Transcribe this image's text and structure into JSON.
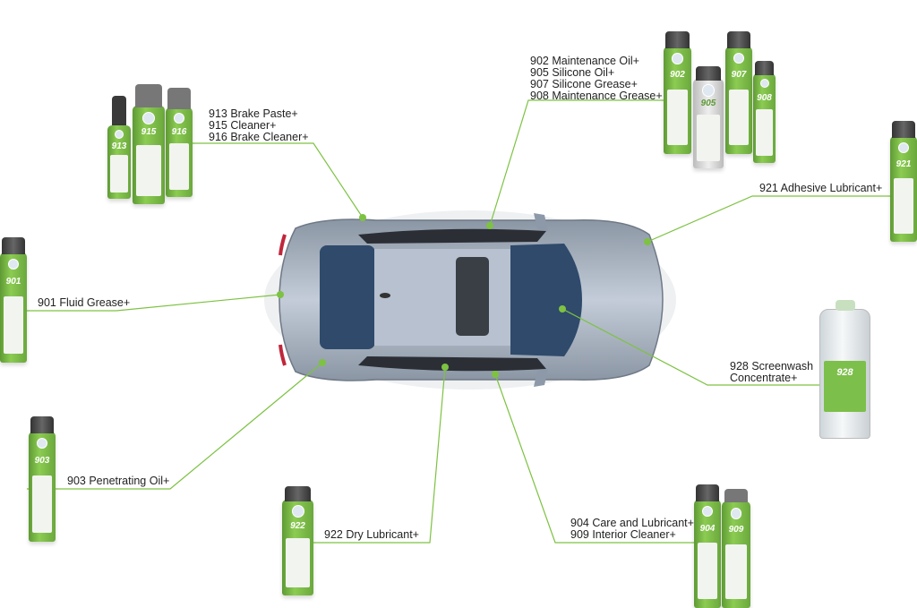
{
  "colors": {
    "accent": "#7dc242",
    "car_body": "#a9b4c2",
    "glass": "#2f4a6b"
  },
  "callouts": {
    "brakes": {
      "lines": [
        "913 Brake Paste+",
        "915 Cleaner+",
        "916 Brake Cleaner+"
      ]
    },
    "maintenance": {
      "lines": [
        "902 Maintenance Oil+",
        "905 Silicone Oil+",
        "907 Silicone Grease+",
        "908 Maintenance Grease+"
      ]
    },
    "adhesive": {
      "lines": [
        "921 Adhesive Lubricant+"
      ]
    },
    "fluid_grease": {
      "lines": [
        "901 Fluid Grease+"
      ]
    },
    "screenwash": {
      "lines": [
        "928 Screenwash",
        "Concentrate+"
      ]
    },
    "penetrating": {
      "lines": [
        "903 Penetrating Oil+"
      ]
    },
    "dry": {
      "lines": [
        "922 Dry Lubricant+"
      ]
    },
    "care": {
      "lines": [
        "904 Care and Lubricant+",
        "909 Interior Cleaner+"
      ]
    }
  },
  "products": [
    "913",
    "915",
    "916",
    "902",
    "905",
    "907",
    "908",
    "921",
    "901",
    "928",
    "903",
    "922",
    "904",
    "909"
  ]
}
